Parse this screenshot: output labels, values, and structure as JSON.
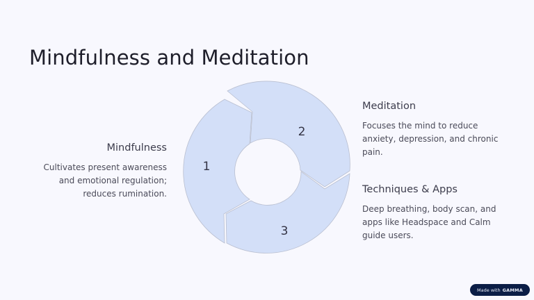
{
  "slide": {
    "title": "Mindfulness and Meditation"
  },
  "diagram": {
    "segments": [
      {
        "number": "1",
        "fill": "#d3dff8"
      },
      {
        "number": "2",
        "fill": "#d3dff8"
      },
      {
        "number": "3",
        "fill": "#d3dff8"
      }
    ],
    "stroke_color": "#b9bfd0"
  },
  "items": [
    {
      "heading": "Mindfulness",
      "description": "Cultivates present awareness and emotional regulation; reduces rumination."
    },
    {
      "heading": "Meditation",
      "description": "Focuses the mind to reduce anxiety, depression, and chronic pain."
    },
    {
      "heading": "Techniques & Apps",
      "description": "Deep breathing, body scan, and apps like Headspace and Calm guide users."
    }
  ],
  "badge": {
    "prefix": "Made with",
    "brand": "GAMMA"
  }
}
